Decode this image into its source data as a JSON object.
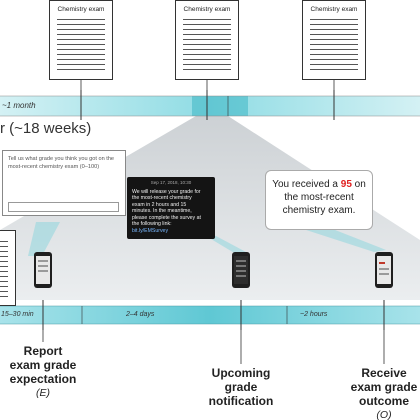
{
  "exam_docs": [
    {
      "title": "Chemistry exam"
    },
    {
      "title": "Chemistry exam"
    },
    {
      "title": "Chemistry exam"
    }
  ],
  "top_timeline": {
    "month_label": "~1 month",
    "span_label": "r (~18 weeks)"
  },
  "survey_box": {
    "text": "Tell us what grade you think you got on the most-recent chemistry exam (0–100)"
  },
  "sms": {
    "timestamp": "Sep 17, 2018, 10:30",
    "lines": [
      "We will release your grade for",
      "the most-recent chemistry",
      "exam in 2 hours and 15",
      "minutes. In the meantime,",
      "please complete the survey at",
      "the following link:"
    ],
    "link": "bit.ly/EMSurvey"
  },
  "grade_message": {
    "prefix": "You received a ",
    "score": "95",
    "suffix": " on the most-recent chemistry exam."
  },
  "bottom_timeline": {
    "segments": [
      "15–30 min",
      "2–4 days",
      "~2 hours"
    ]
  },
  "events": [
    {
      "lines": [
        "Report",
        "exam grade",
        "expectation"
      ],
      "abbr": "(E)"
    },
    {
      "lines": [
        "Upcoming",
        "grade",
        "notification"
      ],
      "abbr": ""
    },
    {
      "lines": [
        "Receive",
        "exam grade",
        "outcome"
      ],
      "abbr": "(O)"
    }
  ],
  "colors": {
    "teal": "#5fc8d4",
    "teal_dark": "#2a9aab",
    "wedge": "#d9dde0"
  }
}
